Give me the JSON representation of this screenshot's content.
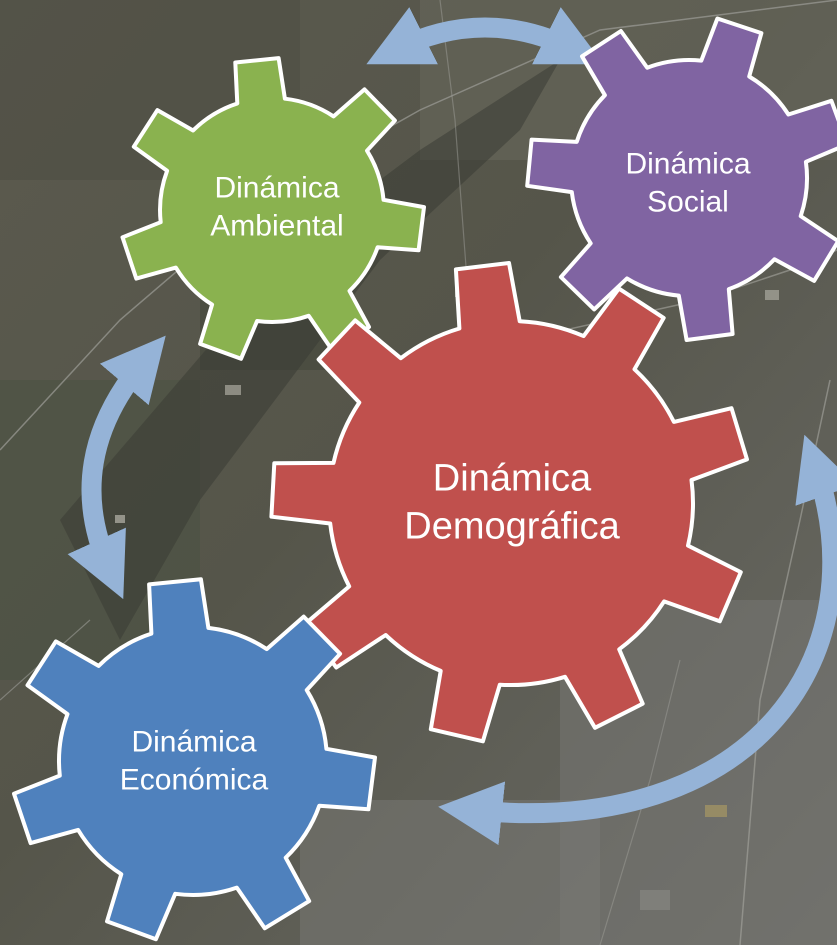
{
  "diagram": {
    "gears": [
      {
        "id": "ambiental",
        "line1": "Dinámica",
        "line2": "Ambiental",
        "fill": "#8AB24F"
      },
      {
        "id": "social",
        "line1": "Dinámica",
        "line2": "Social",
        "fill": "#8064A2"
      },
      {
        "id": "demografica",
        "line1": "Dinámica",
        "line2": "Demográfica",
        "fill": "#C0504D"
      },
      {
        "id": "economica",
        "line1": "Dinámica",
        "line2": "Económica",
        "fill": "#4F81BD"
      }
    ],
    "arrow_color": "#95B3D7",
    "outline_color": "#FFFFFF",
    "background": "satellite-image"
  }
}
